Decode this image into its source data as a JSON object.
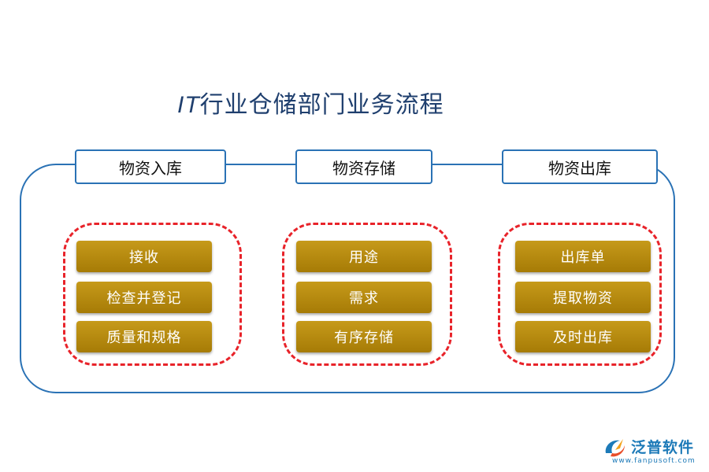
{
  "title": {
    "prefix": "IT",
    "text": "行业仓储部门业务流程"
  },
  "columns": [
    {
      "header": "物资入库",
      "items": [
        "接收",
        "检查并登记",
        "质量和规格"
      ]
    },
    {
      "header": "物资存储",
      "items": [
        "用途",
        "需求",
        "有序存储"
      ]
    },
    {
      "header": "物资出库",
      "items": [
        "出库单",
        "提取物资",
        "及时出库"
      ]
    }
  ],
  "logo": {
    "brand": "泛普软件",
    "url": "www.fanpusoft.com",
    "icon": "fanpu-logo-icon"
  },
  "colors": {
    "frame": "#2a72b5",
    "dashed": "#e8232a",
    "item_fill": "#b48a10",
    "title": "#1f3f6e"
  }
}
